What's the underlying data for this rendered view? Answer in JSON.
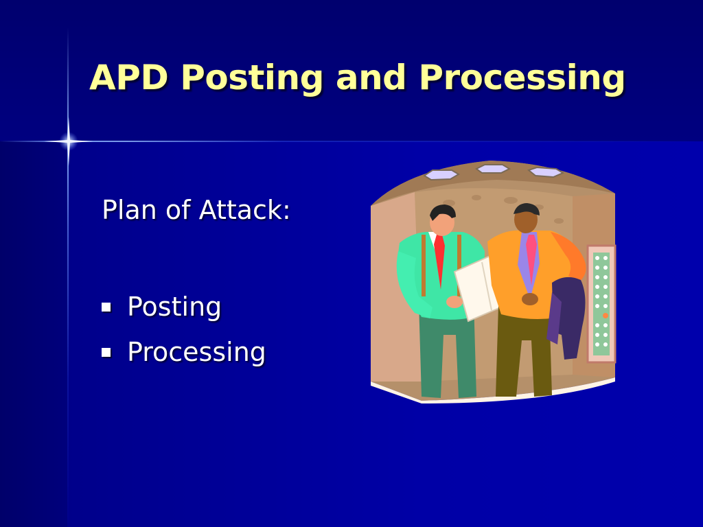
{
  "slide": {
    "title": "APD Posting and Processing",
    "subtitle": "Plan of Attack:",
    "bullets": [
      {
        "label": "Posting"
      },
      {
        "label": "Processing"
      }
    ]
  },
  "colors": {
    "title": "#ffff99",
    "text": "#ffffff",
    "background": "#0000a0"
  },
  "icons": {
    "decoration": "sparkle-star-icon",
    "illustration": "elevator-businessmen-clipart"
  }
}
